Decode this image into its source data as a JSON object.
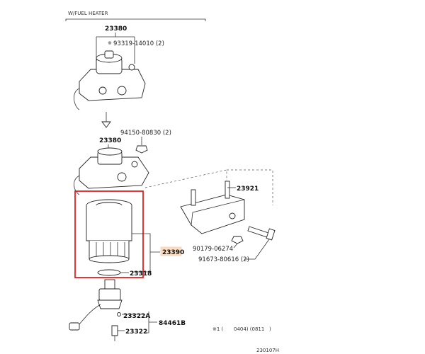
{
  "header": {
    "variant_label": "W/FUEL HEATER"
  },
  "parts": {
    "p23380_top": "23380",
    "p93319": "93319-14010 (2)",
    "p93319_mark": "※",
    "p94150": "94150-80830 (2)",
    "p23380_mid": "23380",
    "p23921": "23921",
    "p23390": "23390",
    "p90179": "90179-06274",
    "p91673": "91673-80616 (2)",
    "p23318": "23318",
    "p23322A": "23322A",
    "p84461B": "84461B",
    "p23322": "23322"
  },
  "footnote": {
    "mark": "※1 (",
    "text": "0404) (0811",
    "close": ")"
  },
  "figure_id": "230107H",
  "colors": {
    "highlight_box": "#e02020",
    "label_highlight": "#f5a04a",
    "line": "#333333"
  }
}
